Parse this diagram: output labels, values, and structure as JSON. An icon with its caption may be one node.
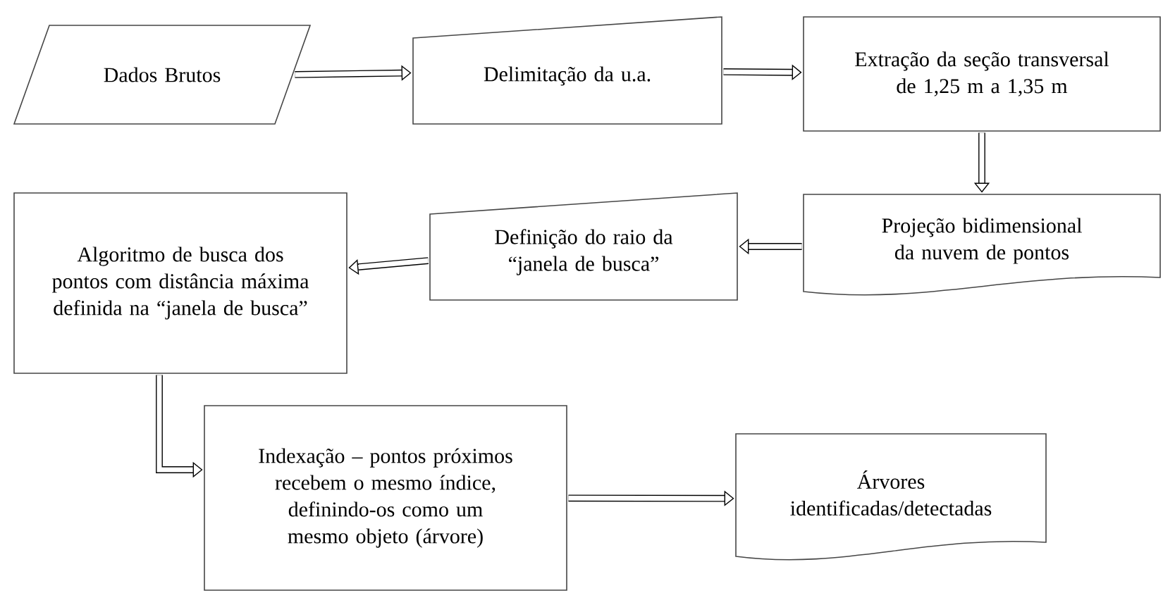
{
  "diagram": {
    "nodes": [
      {
        "text": [
          "Dados Brutos"
        ]
      },
      {
        "text": [
          "Delimitação da u.a."
        ]
      },
      {
        "text": [
          "Extração da seção transversal de 1,25 m a 1,35 m"
        ]
      },
      {
        "text": [
          "Projeção bidimensional da nuvem de pontos"
        ]
      },
      {
        "text": [
          "Definição do raio da “janela de busca”"
        ]
      },
      {
        "text": [
          "Algoritmo de busca dos pontos com distância máxima definida na “janela de busca”"
        ]
      },
      {
        "text": [
          "Indexação – pontos próximos recebem o mesmo índice, definindo-os como um mesmo objeto (árvore)"
        ]
      },
      {
        "text": [
          "Árvores identificadas/detectadas"
        ]
      }
    ],
    "edges": [
      {
        "from": 0,
        "to": 1,
        "arrow": "to"
      },
      {
        "from": 1,
        "to": 2,
        "arrow": "to"
      },
      {
        "from": 2,
        "to": 3,
        "arrow": "to"
      },
      {
        "from": 3,
        "to": 4,
        "arrow": "to"
      },
      {
        "from": 4,
        "to": 5,
        "arrow": "to"
      },
      {
        "from": 5,
        "to": 6,
        "arrow": "to"
      },
      {
        "from": 6,
        "to": 7,
        "arrow": "to"
      }
    ]
  }
}
